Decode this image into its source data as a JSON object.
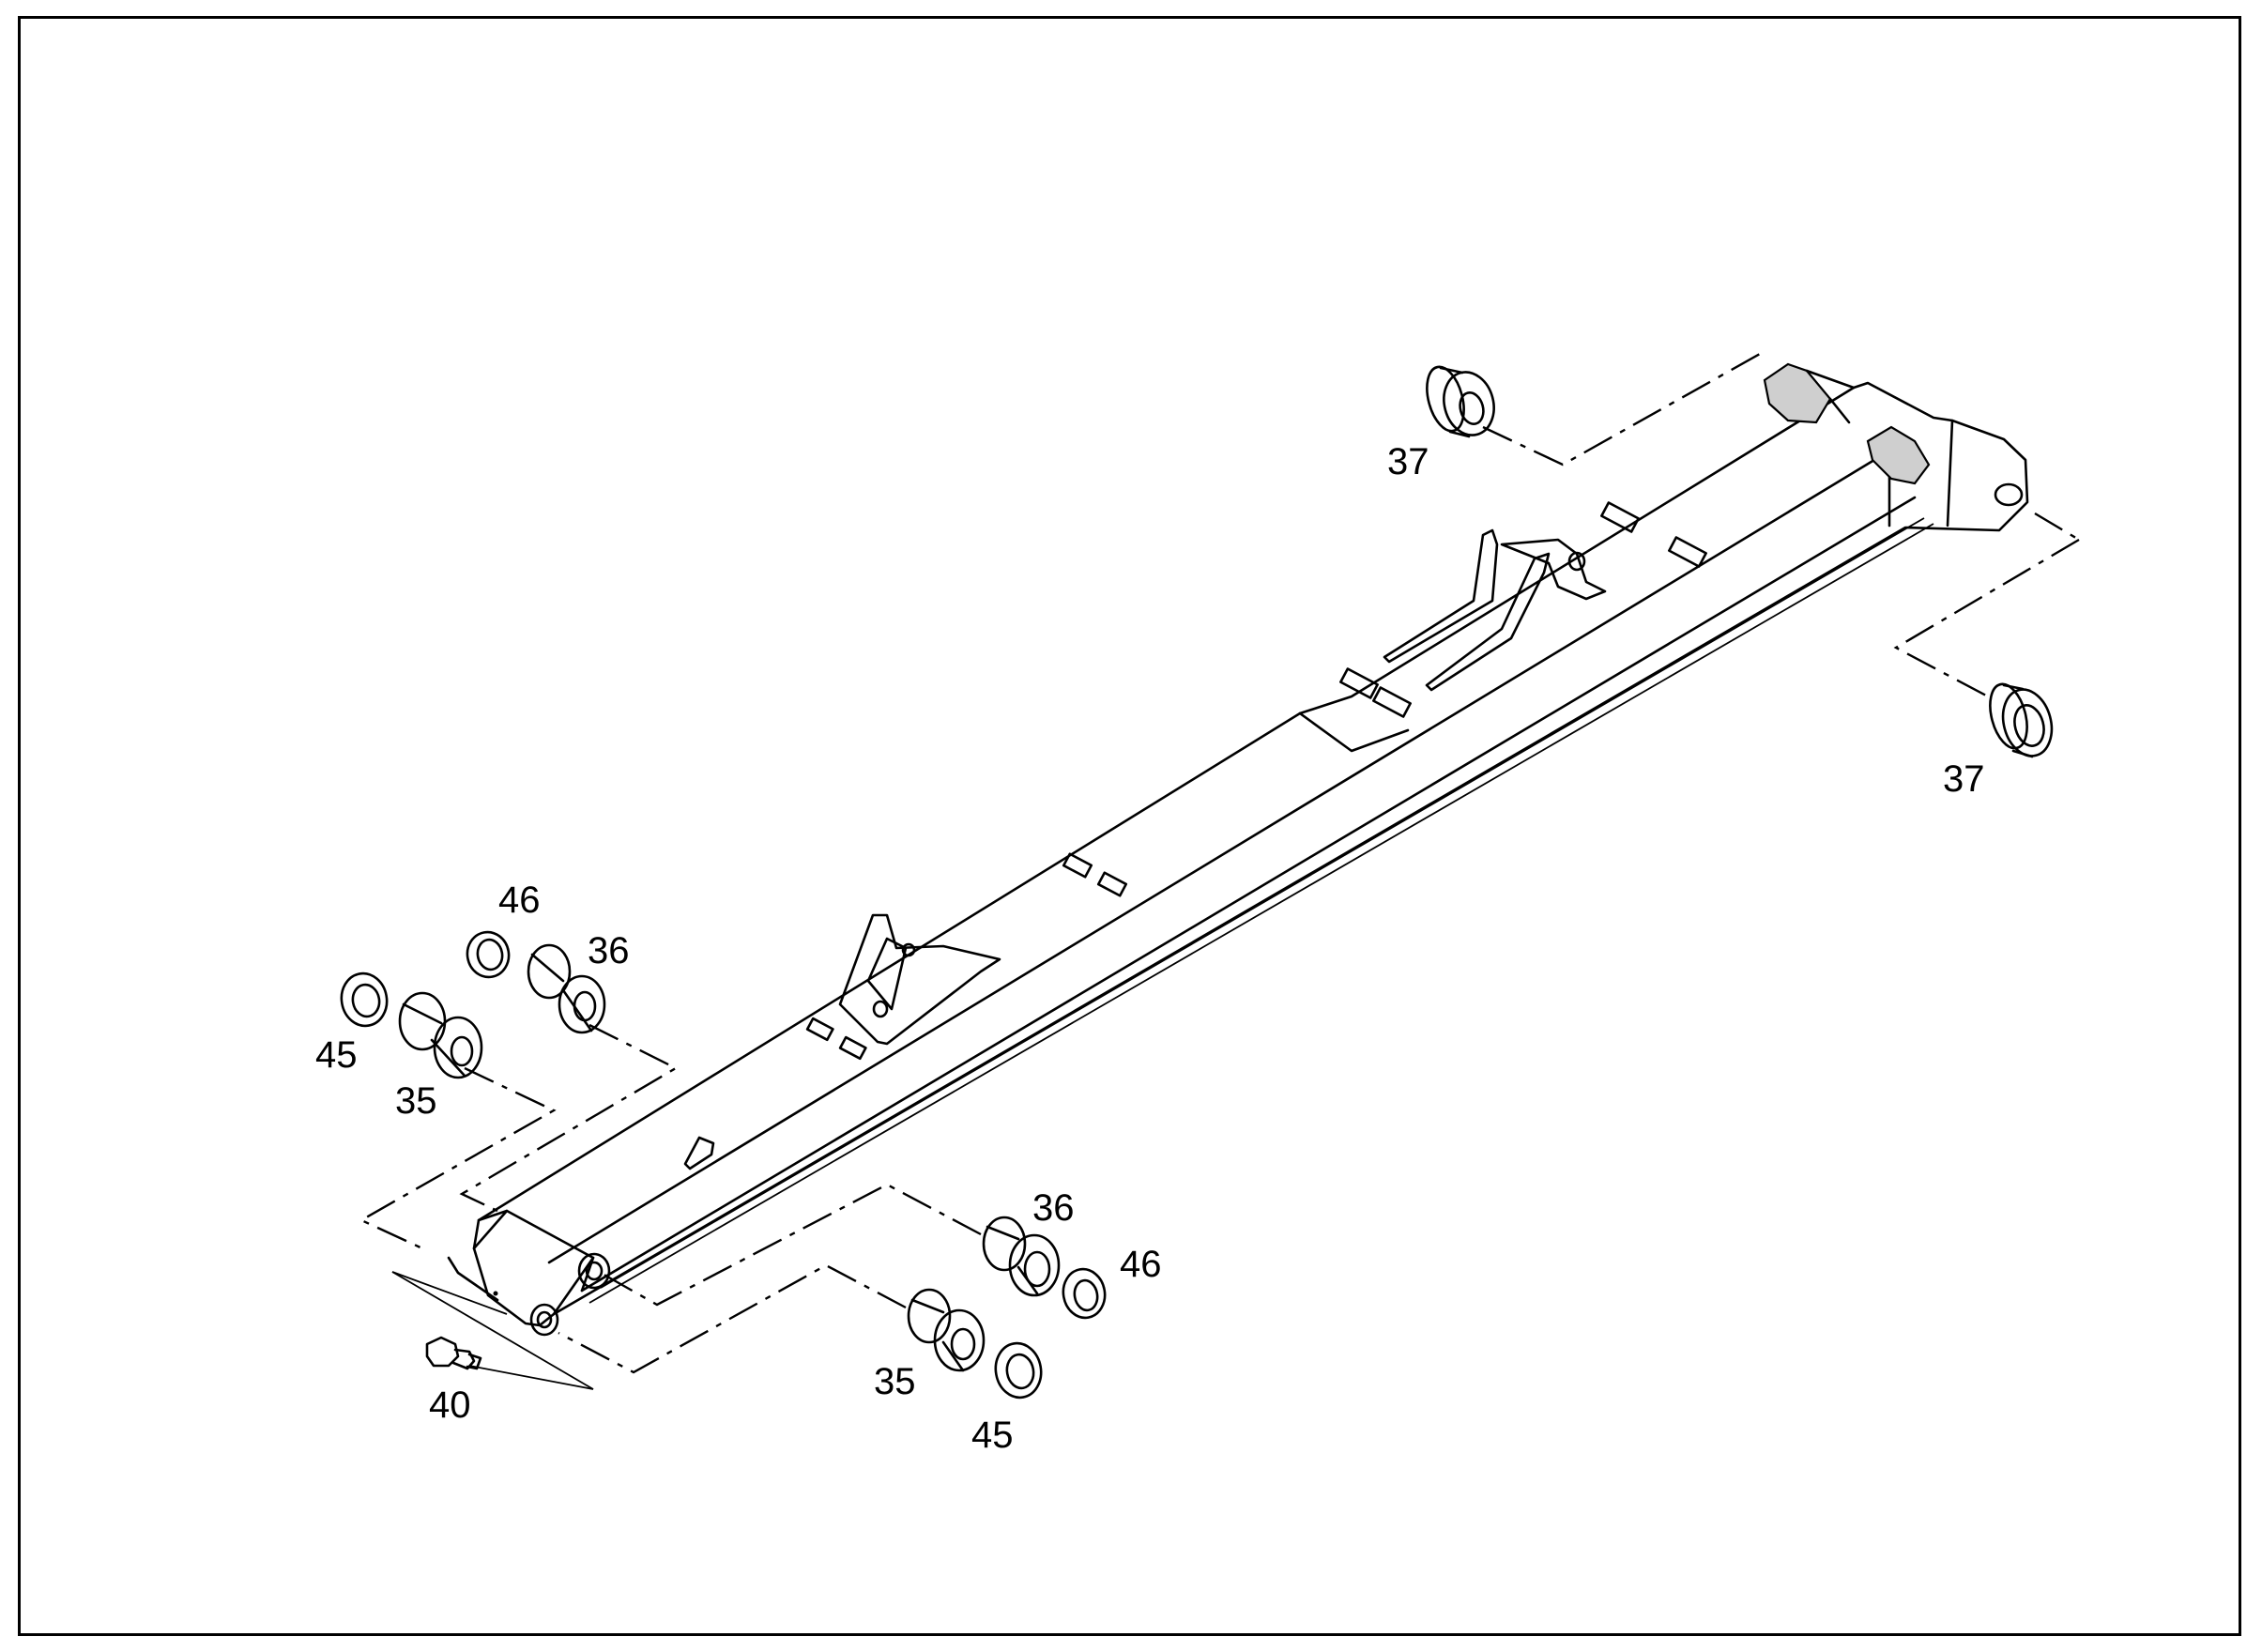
{
  "callouts": {
    "p37_top": "37",
    "p37_right": "37",
    "p46_left": "46",
    "p36_left": "36",
    "p45_left": "45",
    "p35_left": "35",
    "p36_right": "36",
    "p46_right": "46",
    "p35_bottom": "35",
    "p45_bottom": "45",
    "p40": "40"
  },
  "colors": {
    "line": "#000000",
    "background": "#ffffff"
  }
}
